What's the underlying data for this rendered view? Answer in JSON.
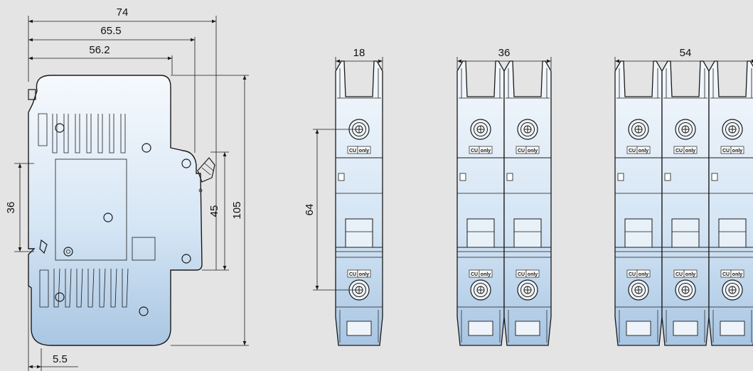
{
  "colors": {
    "background": "#e5e4e4",
    "body_top": "#f6f9fd",
    "body_bottom": "#a9c6e3",
    "line": "#1a1a1a"
  },
  "side_view": {
    "dims": {
      "width_74": "74",
      "width_65_5": "65.5",
      "width_56_2": "56.2",
      "height_105": "105",
      "height_45": "45",
      "rail_36": "36",
      "offset_5_5": "5.5"
    }
  },
  "front_views": [
    {
      "poles": 1,
      "width_label": "18",
      "height_label": "64"
    },
    {
      "poles": 2,
      "width_label": "36"
    },
    {
      "poles": 3,
      "width_label": "54"
    }
  ],
  "terminal_marks": {
    "cu": "CU",
    "only": "only"
  },
  "icons": [
    "terminal-screw-icon",
    "dimension-arrow-icon"
  ]
}
